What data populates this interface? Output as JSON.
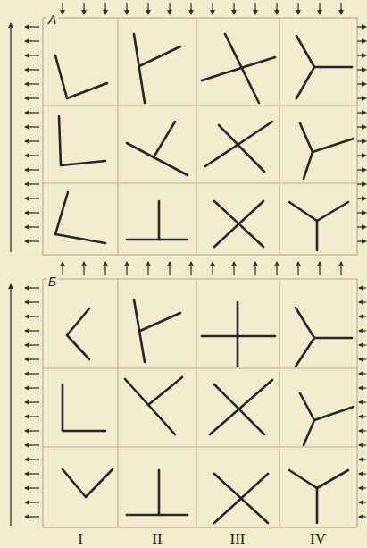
{
  "diagram": {
    "labels": [
      "А",
      "Б",
      "I",
      "II",
      "III",
      "IV"
    ]
  }
}
